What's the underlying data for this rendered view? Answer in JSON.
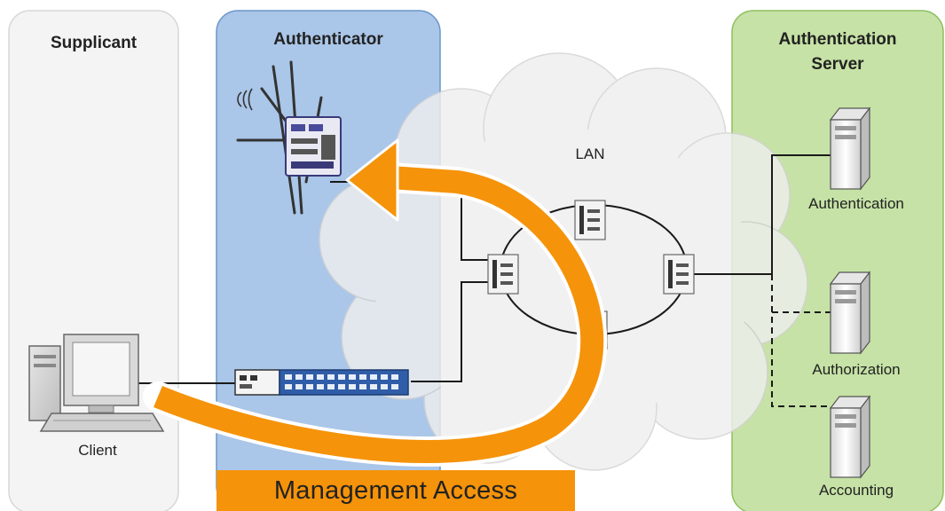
{
  "panels": {
    "supplicant": {
      "title": "Supplicant",
      "color": "#f4f4f4"
    },
    "authenticator": {
      "title": "Authenticator",
      "color": "#aac6e8"
    },
    "auth_server": {
      "title_line1": "Authentication",
      "title_line2": "Server",
      "color": "#c6e2a6"
    }
  },
  "network": {
    "label": "LAN"
  },
  "client": {
    "label": "Client"
  },
  "servers": [
    {
      "label": "Authentication"
    },
    {
      "label": "Authorization"
    },
    {
      "label": "Accounting"
    }
  ],
  "banner": {
    "label": "Management Access",
    "color": "#f5930a"
  },
  "colors": {
    "arrow": "#f5930a",
    "arrow_outline": "#ffffff",
    "line": "#1a1a1a"
  },
  "icons": {
    "wireless_access_point": "wifi-device-icon",
    "switch": "rack-switch-icon",
    "workstation": "desktop-computer-icon",
    "server": "tower-server-icon"
  }
}
